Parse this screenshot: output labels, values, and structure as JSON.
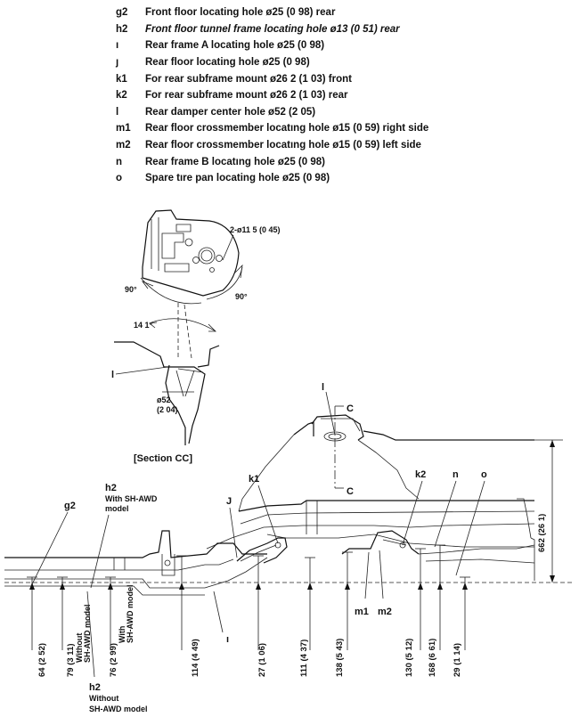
{
  "legend": [
    {
      "code": "g2",
      "desc": "Front floor locating hole ø25 (0 98) rear",
      "italic": false
    },
    {
      "code": "h2",
      "desc": "Front floor tunnel frame locating hole ø13 (0 51) rear",
      "italic": true
    },
    {
      "code": "ı",
      "desc": "Rear frame A locating hole ø25 (0 98)",
      "italic": false
    },
    {
      "code": "ȷ",
      "desc": "Rear floor locating hole ø25 (0 98)",
      "italic": false
    },
    {
      "code": "k1",
      "desc": "For rear subframe mount ø26 2 (1 03) front",
      "italic": false
    },
    {
      "code": "k2",
      "desc": "For rear subframe mount ø26 2 (1 03) rear",
      "italic": false
    },
    {
      "code": "l",
      "desc": "Rear damper center hole ø52 (2 05)",
      "italic": false
    },
    {
      "code": "m1",
      "desc": "Rear floor crossmember locatıng hole ø15 (0 59) right side",
      "italic": false
    },
    {
      "code": "m2",
      "desc": "Rear floor crossmember locatıng hole ø15 (0 59) left side",
      "italic": false
    },
    {
      "code": "n",
      "desc": "Rear frame B locatıng hole ø25 (0 98)",
      "italic": false
    },
    {
      "code": "o",
      "desc": "Spare tıre pan locating hole ø25 (0 98)",
      "italic": false
    }
  ],
  "detail": {
    "hole_label": "2-ø11 5 (0 45)",
    "angle_left": "90°",
    "angle_right": "90°",
    "angle_top": "14 1°",
    "point_l": "l",
    "dia_1": "ø52",
    "dia_2": "(2 04)",
    "section_caption": "[Section CC]"
  },
  "main": {
    "label_l": "l",
    "section_c_top": "C",
    "section_c_bottom": "C",
    "label_k1": "k1",
    "label_k2": "k2",
    "label_n": "n",
    "label_o": "o",
    "label_j": "J",
    "label_g2": "g2",
    "h2_top": {
      "code": "h2",
      "line1": "With SH-AWD",
      "line2": "model"
    },
    "label_i": "ı",
    "label_m1": "m1",
    "label_m2": "m2",
    "dim_662": "662 (26 1)",
    "dims": [
      "64 (2 52)",
      "79 (3 11)",
      "76 (2 99)",
      "114 (4 49)",
      "27 (1 06)",
      "111 (4 37)",
      "138 (5 43)",
      "130 (5 12)",
      "168 (6 61)",
      "29 (1 14)"
    ],
    "without_rot_1": "Without",
    "without_rot_2": "SH-AWD model",
    "with_rot_1": "With",
    "with_rot_2": "SH-AWD model",
    "h2_bottom": {
      "code": "h2",
      "line1": "Without",
      "line2": "SH-AWD model"
    }
  }
}
